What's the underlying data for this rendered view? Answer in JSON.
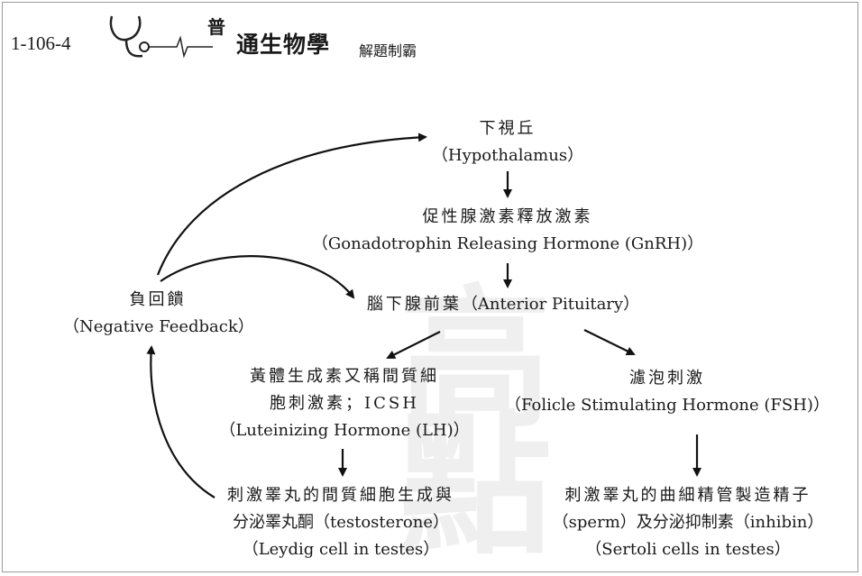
{
  "header": {
    "page_id": "1-106-4",
    "title_sup": "普",
    "title": "通生物學",
    "subtitle": "解題制霸"
  },
  "nodes": {
    "hypothalamus": {
      "zh": "下視丘",
      "en": "（Hypothalamus）"
    },
    "gnrh": {
      "zh": "促性腺激素釋放激素",
      "en": "（Gonadotrophin Releasing Hormone (GnRH)）"
    },
    "anterior_pituitary": {
      "zh": "腦下腺前葉",
      "en": "（Anterior Pituitary）"
    },
    "negative_feedback": {
      "zh": "負回饋",
      "en": "（Negative Feedback）"
    },
    "lh": {
      "zh": "黃體生成素又稱間質細",
      "zh2": "胞刺激素；ICSH",
      "en": "（Luteinizing Hormone (LH)）"
    },
    "fsh": {
      "zh": "濾泡刺激",
      "en": "（Folicle Stimulating Hormone (FSH)）"
    },
    "leydig": {
      "zh": "刺激睪丸的間質細胞生成與",
      "zh2": "分泌睪丸酮（testosterone）",
      "en": "（Leydig cell in testes）"
    },
    "sertoli": {
      "zh": "刺激睪丸的曲細精管製造精子",
      "zh2": "（sperm）及分泌抑制素（inhibin）",
      "en": "（Sertoli cells in testes）"
    }
  },
  "watermark": "高點"
}
